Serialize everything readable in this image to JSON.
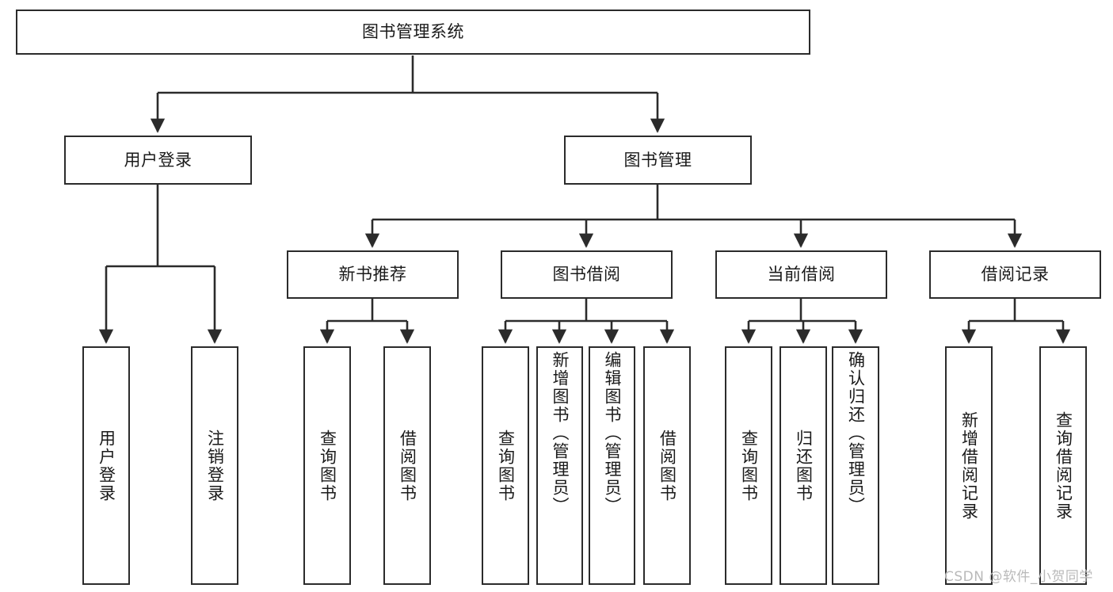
{
  "diagram": {
    "title": "图书管理系统",
    "type": "tree-hierarchy-chart",
    "line_color": "#2b2b2b",
    "box_fill": "#ffffff",
    "background": "#ffffff",
    "root": {
      "label": "图书管理系统"
    },
    "level2": [
      {
        "label": "用户登录"
      },
      {
        "label": "图书管理"
      }
    ],
    "level3": [
      {
        "label": "新书推荐"
      },
      {
        "label": "图书借阅"
      },
      {
        "label": "当前借阅"
      },
      {
        "label": "借阅记录"
      }
    ],
    "leaves": {
      "user_login": [
        {
          "label": "用户登录"
        },
        {
          "label": "注销登录"
        }
      ],
      "new_book_recommend": [
        {
          "label": "查询图书"
        },
        {
          "label": "借阅图书"
        }
      ],
      "book_borrow": [
        {
          "label": "查询图书"
        },
        {
          "label": "新增图书（管理员）"
        },
        {
          "label": "编辑图书（管理员）"
        },
        {
          "label": "借阅图书"
        }
      ],
      "current_borrow": [
        {
          "label": "查询图书"
        },
        {
          "label": "归还图书"
        },
        {
          "label": "确认归还（管理员）"
        }
      ],
      "borrow_record": [
        {
          "label": "新增借阅记录"
        },
        {
          "label": "查询借阅记录"
        }
      ]
    }
  },
  "watermark": {
    "text": "CSDN @软件_小贺同学"
  }
}
